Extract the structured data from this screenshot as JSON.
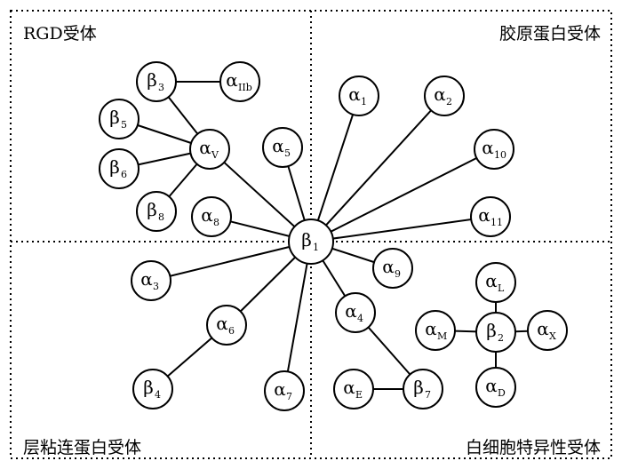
{
  "quadrants": {
    "top_left": "RGD受体",
    "top_right": "胶原蛋白受体",
    "bottom_left": "层粘连蛋白受体",
    "bottom_right": "白细胞特异性受体"
  },
  "nodes": [
    {
      "id": "b1",
      "base": "β",
      "sub": "1"
    },
    {
      "id": "b3",
      "base": "β",
      "sub": "3"
    },
    {
      "id": "aIIb",
      "base": "α",
      "sub": "IIb"
    },
    {
      "id": "b5",
      "base": "β",
      "sub": "5"
    },
    {
      "id": "b6",
      "base": "β",
      "sub": "6"
    },
    {
      "id": "b8",
      "base": "β",
      "sub": "8"
    },
    {
      "id": "aV",
      "base": "α",
      "sub": "V"
    },
    {
      "id": "a5",
      "base": "α",
      "sub": "5"
    },
    {
      "id": "a8",
      "base": "α",
      "sub": "8"
    },
    {
      "id": "a1",
      "base": "α",
      "sub": "1"
    },
    {
      "id": "a2",
      "base": "α",
      "sub": "2"
    },
    {
      "id": "a10",
      "base": "α",
      "sub": "10"
    },
    {
      "id": "a11",
      "base": "α",
      "sub": "11"
    },
    {
      "id": "a3",
      "base": "α",
      "sub": "3"
    },
    {
      "id": "a6",
      "base": "α",
      "sub": "6"
    },
    {
      "id": "b4",
      "base": "β",
      "sub": "4"
    },
    {
      "id": "a7",
      "base": "α",
      "sub": "7"
    },
    {
      "id": "a9",
      "base": "α",
      "sub": "9"
    },
    {
      "id": "a4",
      "base": "α",
      "sub": "4"
    },
    {
      "id": "aE",
      "base": "α",
      "sub": "E"
    },
    {
      "id": "b7",
      "base": "β",
      "sub": "7"
    },
    {
      "id": "aL",
      "base": "α",
      "sub": "L"
    },
    {
      "id": "aM",
      "base": "α",
      "sub": "M"
    },
    {
      "id": "b2",
      "base": "β",
      "sub": "2"
    },
    {
      "id": "aX",
      "base": "α",
      "sub": "X"
    },
    {
      "id": "aD",
      "base": "α",
      "sub": "D"
    }
  ],
  "edges": [
    [
      "b3",
      "aIIb"
    ],
    [
      "b3",
      "aV"
    ],
    [
      "b5",
      "aV"
    ],
    [
      "b6",
      "aV"
    ],
    [
      "b8",
      "aV"
    ],
    [
      "aV",
      "b1"
    ],
    [
      "a5",
      "b1"
    ],
    [
      "a8",
      "b1"
    ],
    [
      "a1",
      "b1"
    ],
    [
      "a2",
      "b1"
    ],
    [
      "a10",
      "b1"
    ],
    [
      "a11",
      "b1"
    ],
    [
      "a3",
      "b1"
    ],
    [
      "a6",
      "b1"
    ],
    [
      "a7",
      "b1"
    ],
    [
      "a9",
      "b1"
    ],
    [
      "a4",
      "b1"
    ],
    [
      "a6",
      "b4"
    ],
    [
      "a4",
      "b7"
    ],
    [
      "aE",
      "b7"
    ],
    [
      "aL",
      "b2"
    ],
    [
      "aM",
      "b2"
    ],
    [
      "aX",
      "b2"
    ],
    [
      "aD",
      "b2"
    ]
  ]
}
